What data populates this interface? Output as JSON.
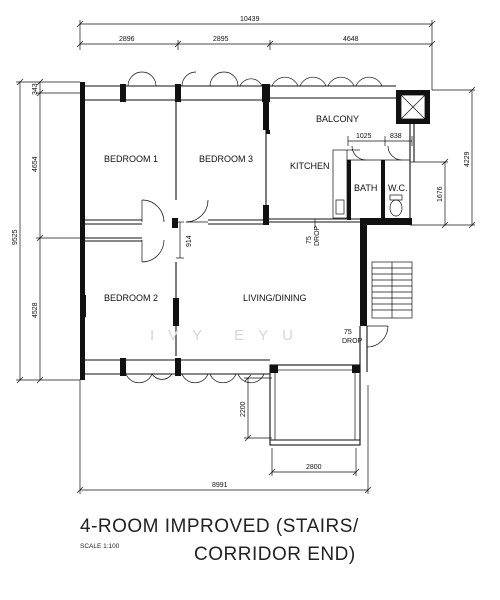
{
  "rooms": {
    "bedroom1": "BEDROOM 1",
    "bedroom2": "BEDROOM 2",
    "bedroom3": "BEDROOM 3",
    "balcony": "BALCONY",
    "kitchen": "KITCHEN",
    "bath": "BATH",
    "wc": "W.C.",
    "living": "LIVING/DINING"
  },
  "dimensions": {
    "overall_width": "10439",
    "top_1": "2896",
    "top_2": "2895",
    "top_3": "4648",
    "left_total": "9525",
    "left_top_small": "343",
    "left_upper": "4654",
    "left_lower": "4528",
    "right_upper": "4229",
    "bath_width": "1025",
    "wc_width": "838",
    "wc_height": "1676",
    "door_914": "914",
    "drop_1_num": "75",
    "drop_1_word": "DROP",
    "drop_2_num": "75",
    "drop_2_word": "DROP",
    "bay_height": "2200",
    "bay_width": "2800",
    "bottom_width": "8991"
  },
  "watermark": "IVY EYU",
  "title": {
    "line1": "4-ROOM IMPROVED (STAIRS/",
    "line2": "CORRIDOR END)",
    "scale": "SCALE 1:100"
  }
}
